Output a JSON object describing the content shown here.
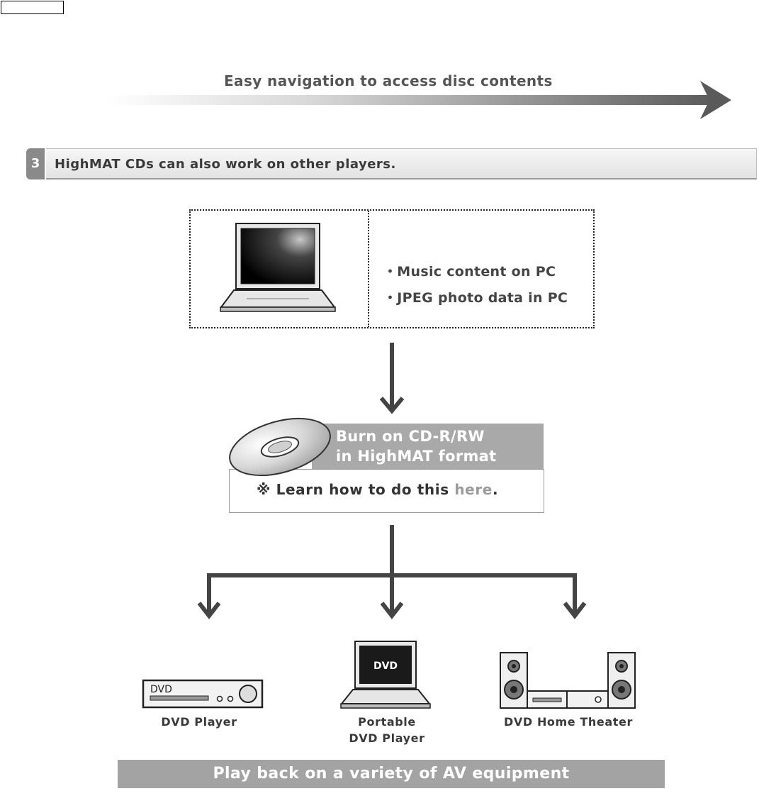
{
  "header": {
    "navigation_text": "Easy navigation to access disc contents"
  },
  "section": {
    "number": "3",
    "title": "HighMAT CDs can also work on other players."
  },
  "pc_panel": {
    "items": [
      "・Music content on PC",
      "・JPEG photo data in PC"
    ]
  },
  "burn": {
    "line1": "Burn on CD-R/RW",
    "line2": "in HighMAT format",
    "learn_prefix": "※ Learn how to do this ",
    "learn_link": "here",
    "learn_suffix": "."
  },
  "devices": {
    "dvd_player": {
      "badge": "DVD",
      "label": "DVD Player"
    },
    "portable": {
      "screen_text": "DVD",
      "label_line1": "Portable",
      "label_line2": "DVD Player"
    },
    "home_theater": {
      "label": "DVD Home Theater"
    }
  },
  "footer": {
    "text": "Play back on a variety of AV equipment"
  },
  "colors": {
    "arrow": "#444444",
    "banner_gray": "#a9a9a9",
    "link_gray": "#9a9a9a"
  }
}
